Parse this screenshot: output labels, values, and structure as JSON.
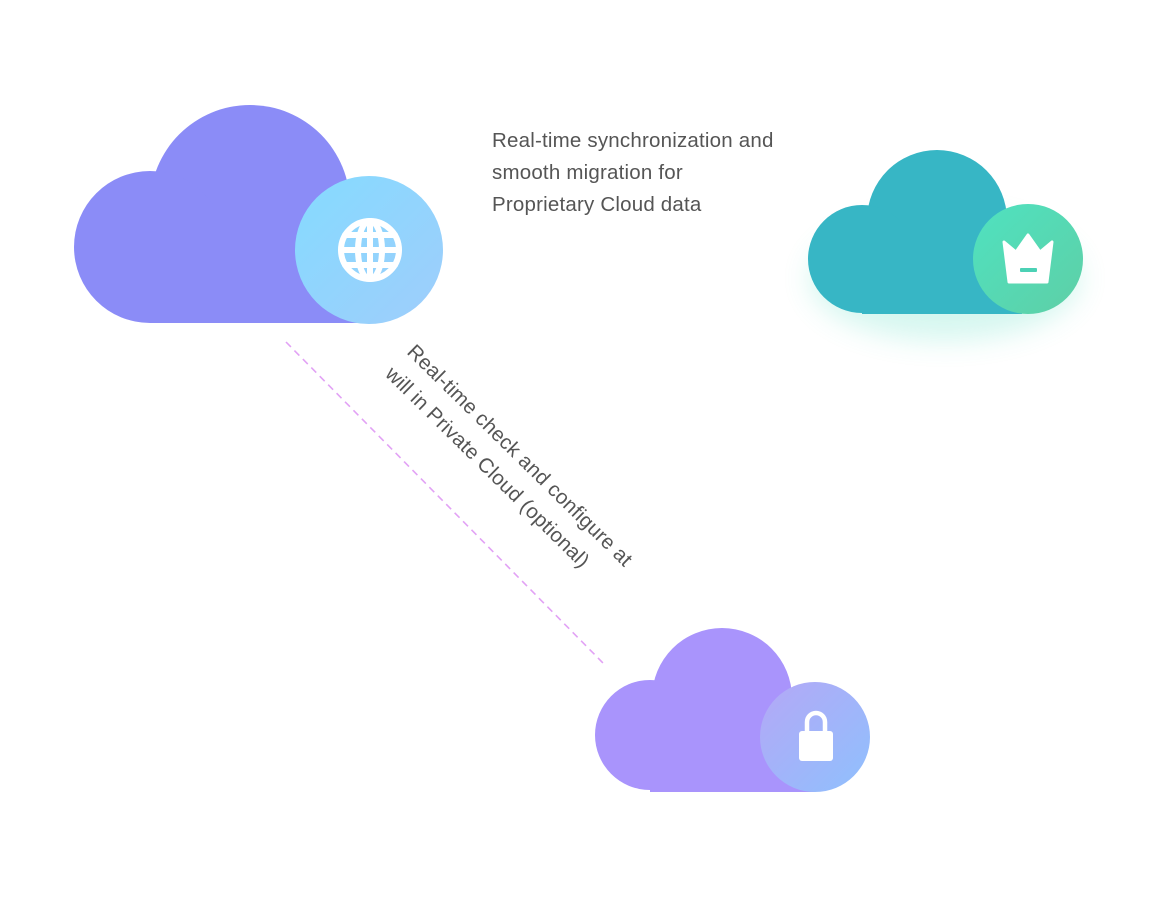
{
  "nodes": {
    "public_cloud": {
      "icon": "globe-icon"
    },
    "proprietary_cloud": {
      "icon": "crown-icon"
    },
    "private_cloud": {
      "icon": "lock-icon"
    }
  },
  "links": {
    "sync": {
      "lines": [
        "Real-time synchronization and",
        "smooth migration for",
        "Proprietary Cloud data"
      ]
    },
    "private": {
      "lines": [
        "Real-time check and configure at",
        "will in Private Cloud (optional)"
      ]
    }
  },
  "colors": {
    "public_cloud": "#8b8cf7",
    "public_badge_start": "#85dbff",
    "public_badge_end": "#9fcdfb",
    "proprietary_cloud": "#37b6c5",
    "proprietary_badge_start": "#4fe2c0",
    "proprietary_badge_end": "#5ecfa6",
    "private_cloud": "#a994fc",
    "private_badge_start": "#b4a8f6",
    "private_badge_end": "#8fc0fd",
    "sync_line_start": "#6a70f2",
    "sync_line_end": "#9af2f4",
    "dashed_line": "#e2a2f5",
    "caption_text": "#555555"
  }
}
